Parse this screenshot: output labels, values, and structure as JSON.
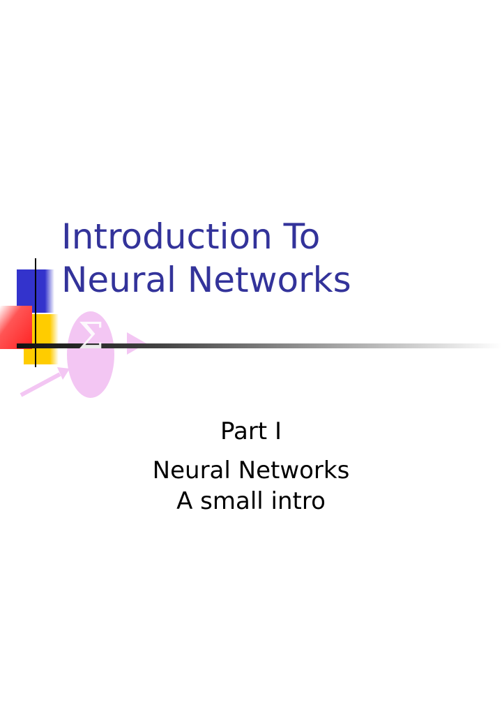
{
  "slide": {
    "title_lines": [
      "Introduction To",
      "Neural Networks"
    ],
    "subtitle": {
      "part": "Part I",
      "lines": [
        "Neural Networks",
        "A small intro"
      ]
    }
  },
  "logo": {
    "symbol": "Σ",
    "icon": "neuron-sigma-icon"
  },
  "colors": {
    "title": "#33339a",
    "subtitle": "#000000",
    "blue_square": "#3333cc",
    "yellow_square": "#ffcc00",
    "red_square": "#ff3333",
    "neuron": "#f0c8f0",
    "rule": "#222222"
  }
}
